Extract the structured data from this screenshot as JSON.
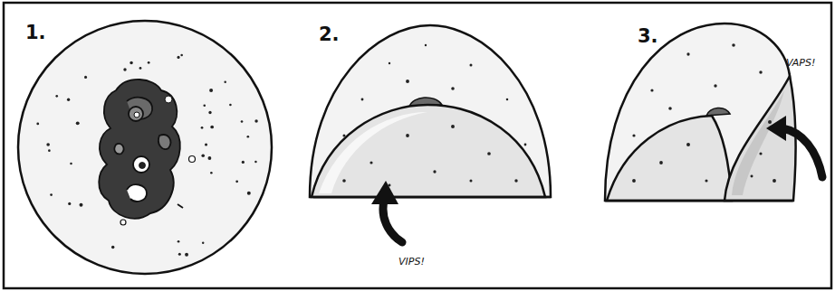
{
  "diagram": {
    "labels": [
      "1.",
      "2.",
      "3.",
      "VIPS!",
      "VAPS!"
    ]
  }
}
